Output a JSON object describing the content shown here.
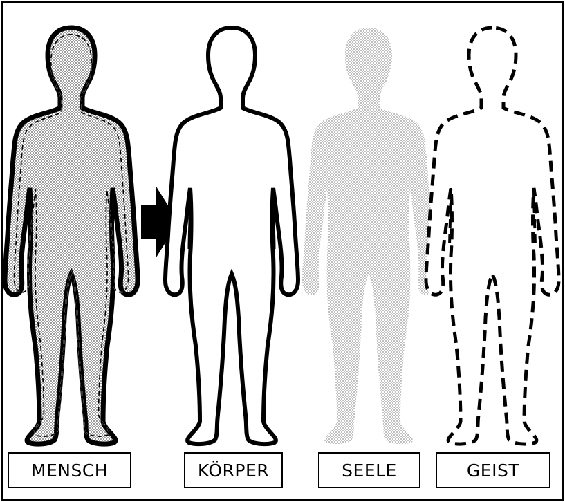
{
  "figure": {
    "labels": {
      "mensch": "MENSCH",
      "koerper": "KÖRPER",
      "seele": "SEELE",
      "geist": "GEIST"
    },
    "arrow": "right-arrow",
    "colors": {
      "ink": "#000000",
      "paper": "#ffffff",
      "stipple": "#555555"
    }
  }
}
